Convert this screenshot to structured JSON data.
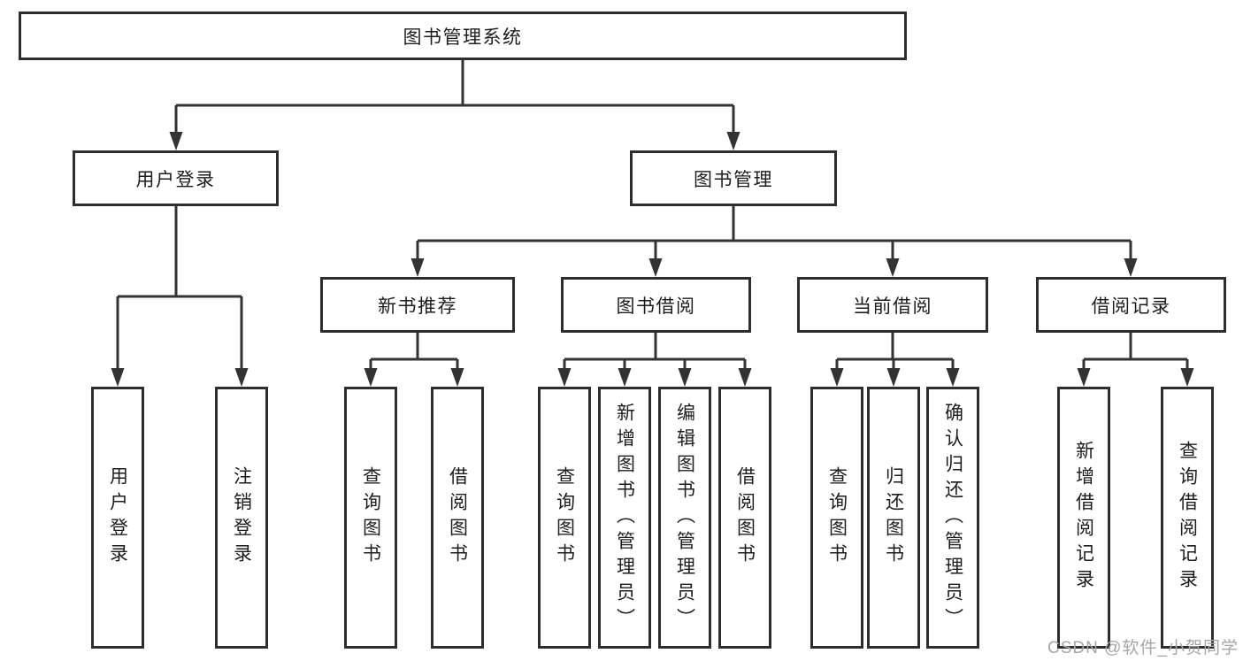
{
  "diagram": {
    "root": {
      "label": "图书管理系统"
    },
    "branches": [
      {
        "label": "用户登录",
        "children": [
          {
            "label": "用户登录"
          },
          {
            "label": "注销登录"
          }
        ]
      },
      {
        "label": "图书管理",
        "children": [
          {
            "label": "新书推荐",
            "children": [
              {
                "label": "查询图书"
              },
              {
                "label": "借阅图书"
              }
            ]
          },
          {
            "label": "图书借阅",
            "children": [
              {
                "label": "查询图书"
              },
              {
                "label": "新增图书（管理员）"
              },
              {
                "label": "编辑图书（管理员）"
              },
              {
                "label": "借阅图书"
              }
            ]
          },
          {
            "label": "当前借阅",
            "children": [
              {
                "label": "查询图书"
              },
              {
                "label": "归还图书"
              },
              {
                "label": "确认归还（管理员）"
              }
            ]
          },
          {
            "label": "借阅记录",
            "children": [
              {
                "label": "新增借阅记录"
              },
              {
                "label": "查询借阅记录"
              }
            ]
          }
        ]
      }
    ]
  },
  "watermark": {
    "text": "CSDN @软件_小贺同学"
  },
  "colors": {
    "line": "#333333",
    "box_border": "#2e2e2e",
    "text": "#1d1d1d",
    "watermark": "#a6a6a6",
    "background": "#ffffff"
  }
}
